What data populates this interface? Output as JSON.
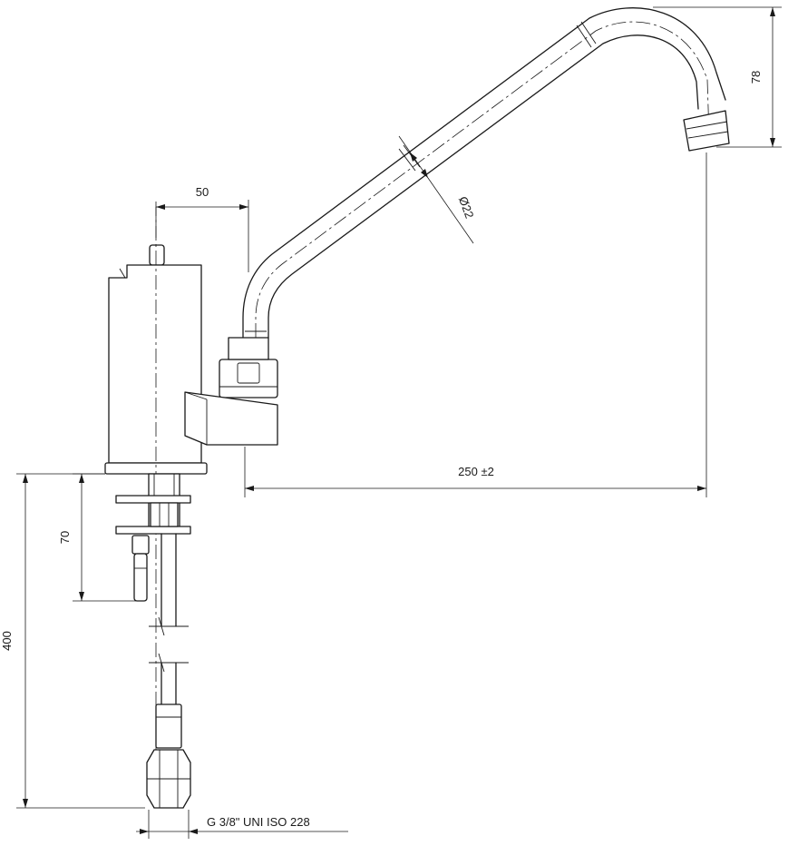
{
  "dimensions": {
    "spout_height": "78",
    "spout_offset": "50",
    "spout_diameter": "Ø22",
    "reach": "250 ±2",
    "tail_length": "70",
    "hose_length": "400"
  },
  "connection_thread": "G 3/8\" UNI ISO 228",
  "colors": {
    "line": "#1a1a1a",
    "background": "#ffffff"
  }
}
